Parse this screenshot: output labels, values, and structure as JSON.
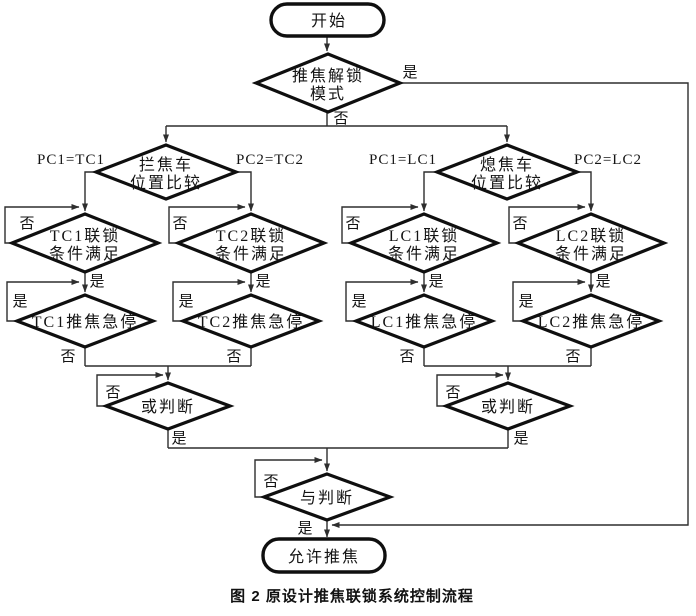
{
  "caption": "图 2  原设计推焦联锁系统控制流程",
  "labels": {
    "yes": "是",
    "no": "否"
  },
  "branch_labels": {
    "pc1_tc1": "PC1=TC1",
    "pc2_tc2": "PC2=TC2",
    "pc1_lc1": "PC1=LC1",
    "pc2_lc2": "PC2=LC2"
  },
  "nodes": {
    "start": "开始",
    "unlock": {
      "l1": "推焦解锁",
      "l2": "模式"
    },
    "guide_compare": {
      "l1": "拦焦车",
      "l2": "位置比较"
    },
    "quench_compare": {
      "l1": "熄焦车",
      "l2": "位置比较"
    },
    "tc1_interlock": {
      "l1": "TC1联锁",
      "l2": "条件满足"
    },
    "tc2_interlock": {
      "l1": "TC2联锁",
      "l2": "条件满足"
    },
    "lc1_interlock": {
      "l1": "LC1联锁",
      "l2": "条件满足"
    },
    "lc2_interlock": {
      "l1": "LC2联锁",
      "l2": "条件满足"
    },
    "tc1_estop": "TC1推焦急停",
    "tc2_estop": "TC2推焦急停",
    "lc1_estop": "LC1推焦急停",
    "lc2_estop": "LC2推焦急停",
    "or_left": "或判断",
    "or_right": "或判断",
    "and_node": "与判断",
    "allow": "允许推焦"
  },
  "colors": {
    "background": "#ffffff",
    "line": "#2e2e2e",
    "shape_stroke": "#0f0f0f",
    "text": "#141414"
  }
}
